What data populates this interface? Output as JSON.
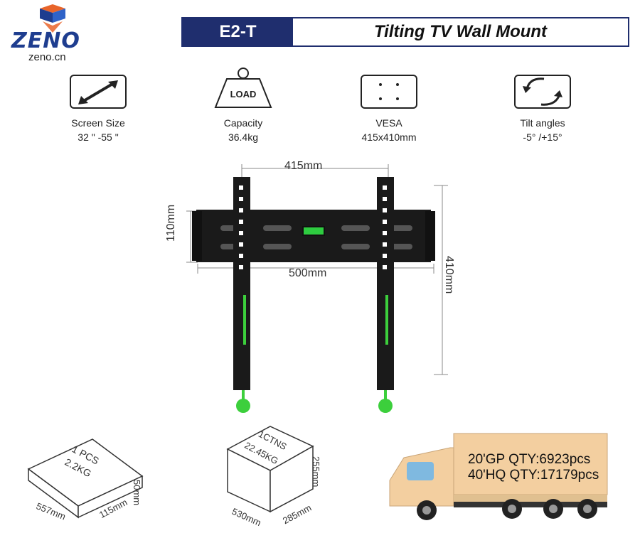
{
  "brand": {
    "name": "ZENO",
    "url": "zeno.cn"
  },
  "header": {
    "model": "E2-T",
    "title": "Tilting TV Wall Mount"
  },
  "specs": [
    {
      "label": "Screen Size",
      "value": "32 \" -55 \"",
      "icon": "diagonal-arrow-icon"
    },
    {
      "label": "Capacity",
      "value": "36.4kg",
      "icon": "load-weight-icon",
      "icon_text": "LOAD"
    },
    {
      "label": "VESA",
      "value": "415x410mm",
      "icon": "vesa-pattern-icon"
    },
    {
      "label": "Tilt angles",
      "value": "-5° /+15°",
      "icon": "rotate-arrows-icon"
    }
  ],
  "dimensions": {
    "vesa_width": "415mm",
    "plate_height": "110mm",
    "plate_width": "500mm",
    "total_height": "410mm"
  },
  "package_single": {
    "label": "1 PCS",
    "weight": "2.2KG",
    "length": "557mm",
    "width": "115mm",
    "height": "50mm"
  },
  "package_carton": {
    "label": "1CTNS",
    "weight": "22.45KG",
    "length": "530mm",
    "width": "285mm",
    "height": "255mm"
  },
  "shipping": {
    "gp20": "20'GP QTY:6923pcs",
    "hq40": "40'HQ QTY:17179pcs"
  },
  "colors": {
    "navy": "#1f2e6e",
    "mount": "#1a1a1a",
    "accent_green": "#3ccf3c",
    "truck_box": "#f3cfa0"
  }
}
